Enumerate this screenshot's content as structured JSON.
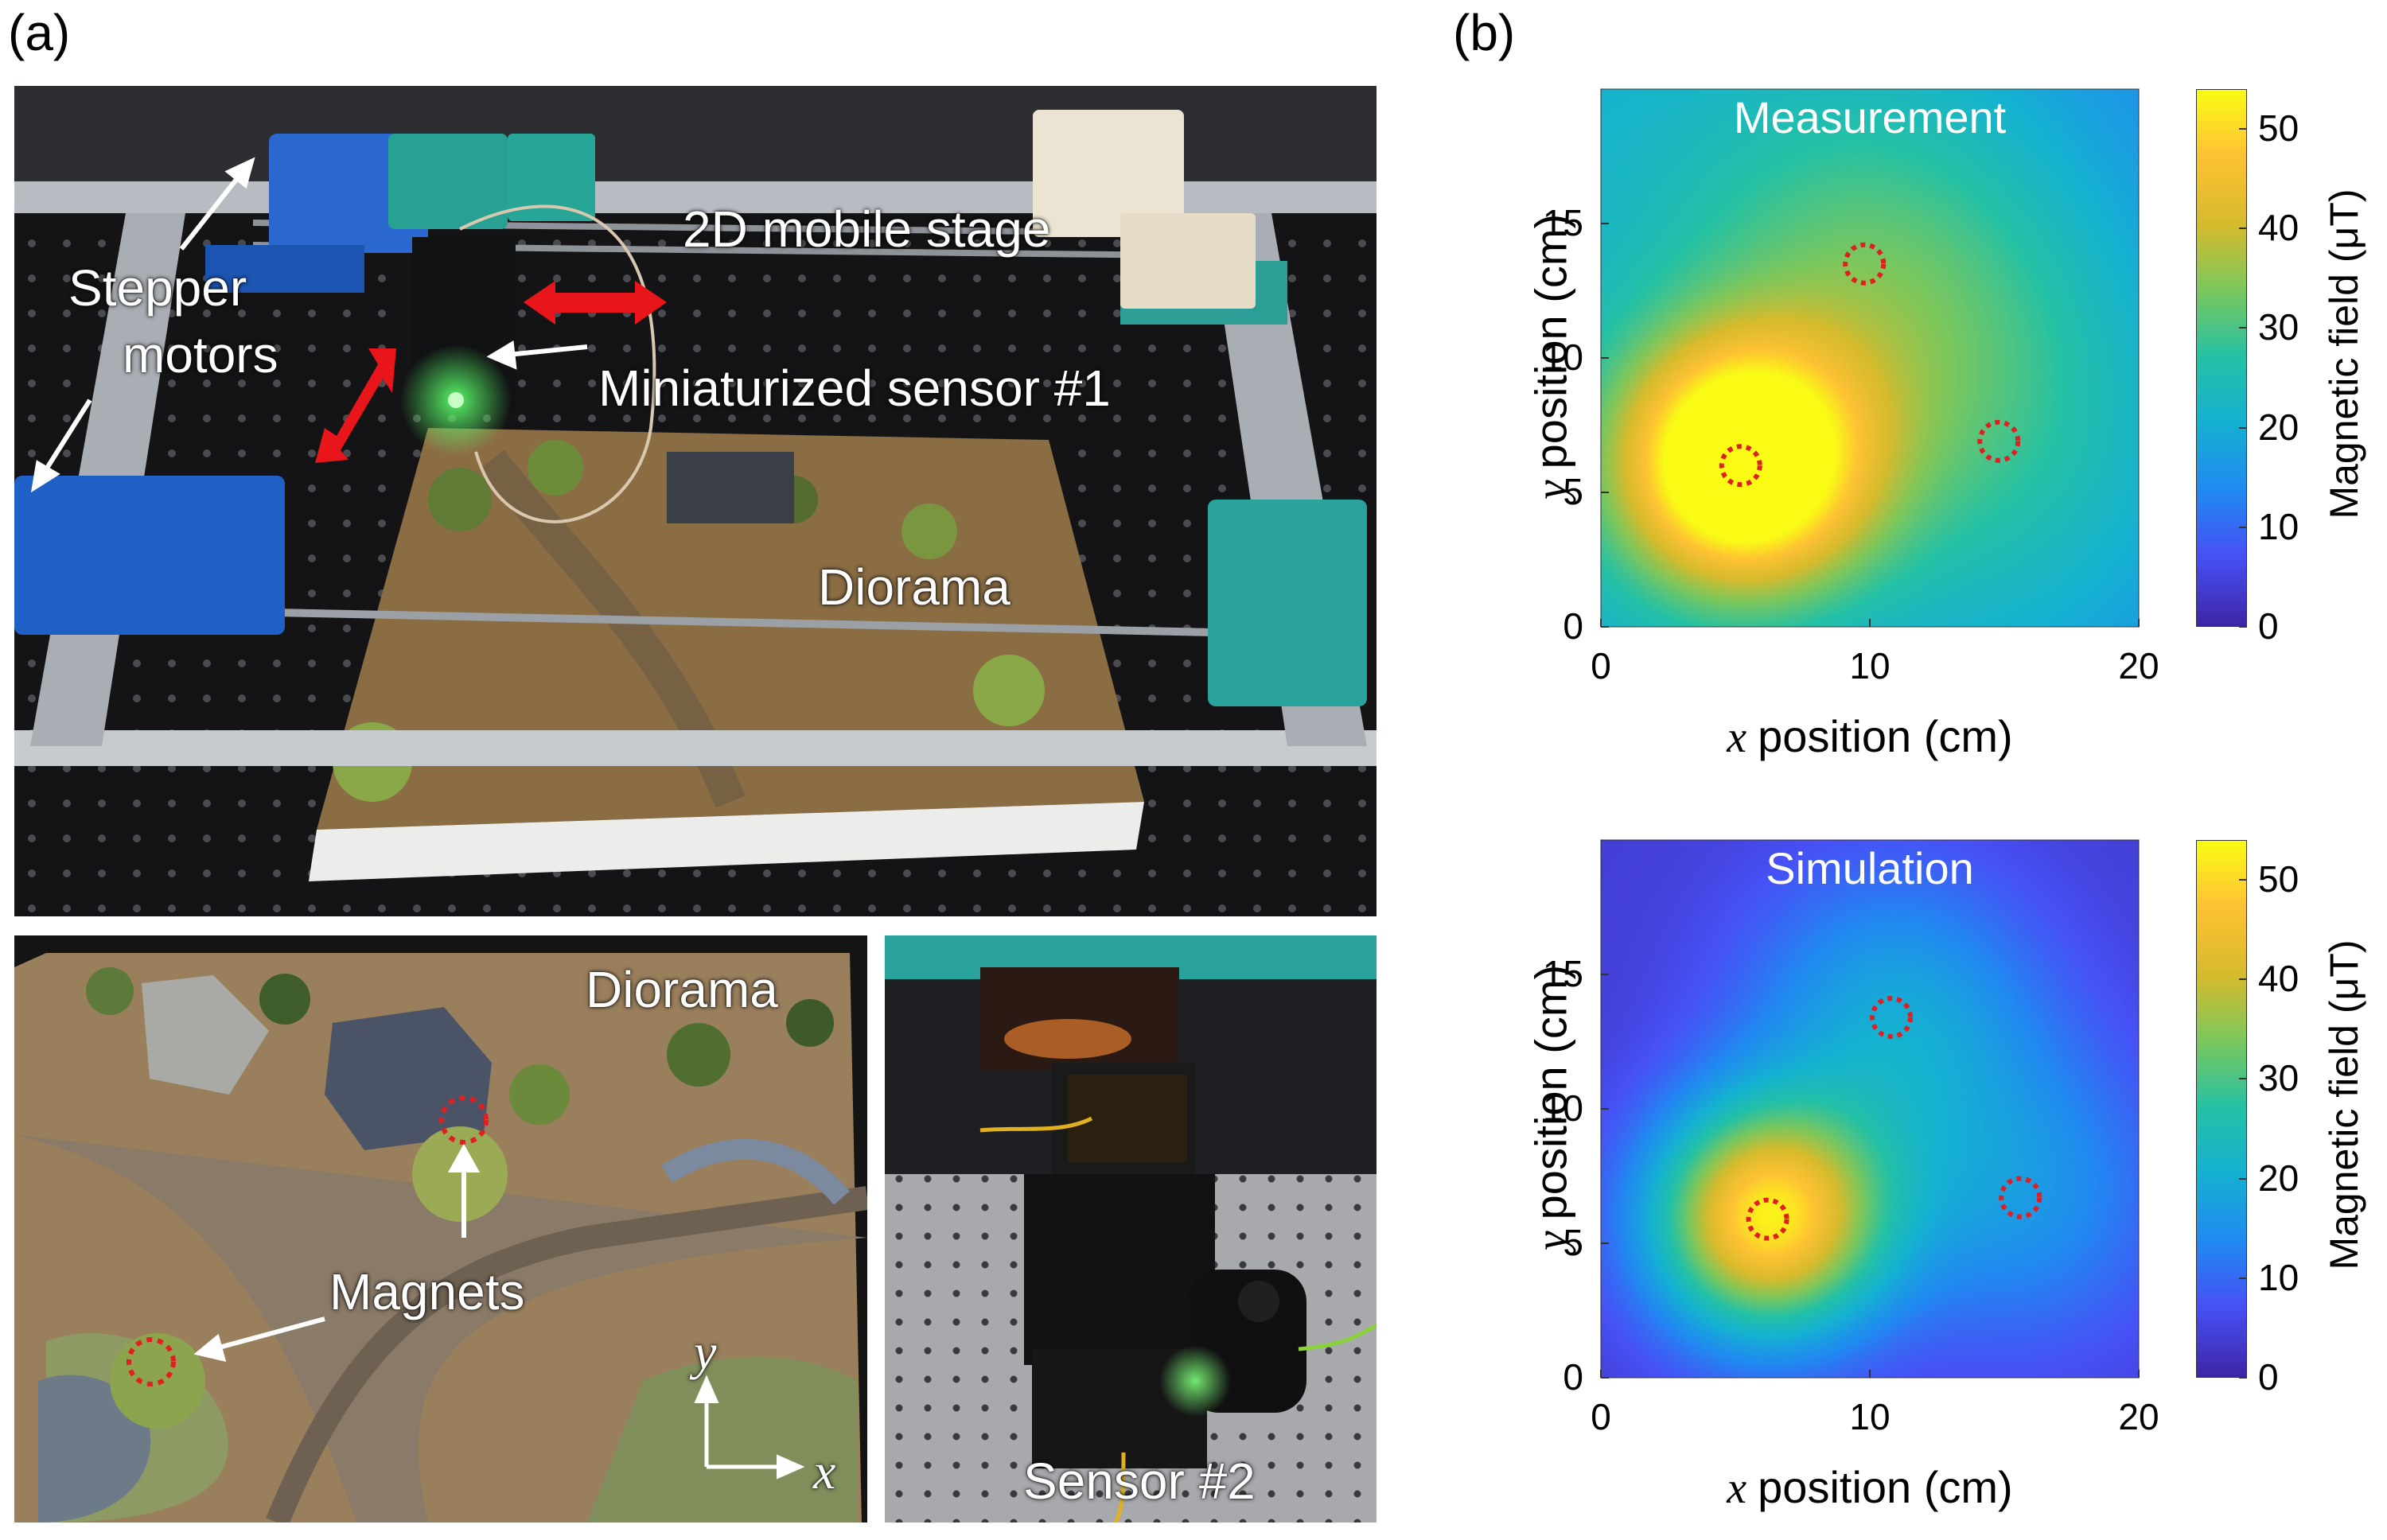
{
  "panels": {
    "a": "(a)",
    "b": "(b)"
  },
  "photo_top": {
    "labels": {
      "stepper": "Stepper",
      "motors": "motors",
      "stage": "2D mobile stage",
      "sensor1": "Miniaturized sensor #1",
      "diorama": "Diorama"
    }
  },
  "photo_bottom_left": {
    "labels": {
      "diorama": "Diorama",
      "magnets": "Magnets",
      "axis_y": "y",
      "axis_x": "x"
    }
  },
  "photo_bottom_right": {
    "labels": {
      "sensor2": "Sensor #2"
    }
  },
  "colors": {
    "magnet_marker": "#e02020",
    "arrow_red": "#e8151b",
    "parula_low": "#3e26a8",
    "parula_high": "#f9fb15"
  },
  "chart_data": [
    {
      "type": "heatmap",
      "title": "Measurement",
      "xlabel_var": "x",
      "xlabel": "position (cm)",
      "ylabel_var": "y",
      "ylabel": "position (cm)",
      "xlim": [
        0,
        20
      ],
      "ylim": [
        0,
        20
      ],
      "xticks": [
        "0",
        "10",
        "20"
      ],
      "yticks": [
        "0",
        "5",
        "10",
        "15"
      ],
      "colorbar": {
        "label": "Magnetic field (μT)",
        "ticks": [
          "0",
          "10",
          "20",
          "30",
          "40",
          "50"
        ],
        "range": [
          0,
          54
        ]
      },
      "magnets": [
        {
          "x": 5.2,
          "y": 6.0
        },
        {
          "x": 9.8,
          "y": 13.5
        },
        {
          "x": 14.8,
          "y": 6.9
        }
      ]
    },
    {
      "type": "heatmap",
      "title": "Simulation",
      "xlabel_var": "x",
      "xlabel": "position (cm)",
      "ylabel_var": "y",
      "ylabel": "position (cm)",
      "xlim": [
        0,
        20
      ],
      "ylim": [
        0,
        20
      ],
      "xticks": [
        "0",
        "10",
        "20"
      ],
      "yticks": [
        "0",
        "5",
        "10",
        "15"
      ],
      "colorbar": {
        "label": "Magnetic field (μT)",
        "ticks": [
          "0",
          "10",
          "20",
          "30",
          "40",
          "50"
        ],
        "range": [
          0,
          54
        ]
      },
      "magnets": [
        {
          "x": 6.2,
          "y": 5.9
        },
        {
          "x": 10.8,
          "y": 13.4
        },
        {
          "x": 15.6,
          "y": 6.7
        }
      ]
    }
  ]
}
